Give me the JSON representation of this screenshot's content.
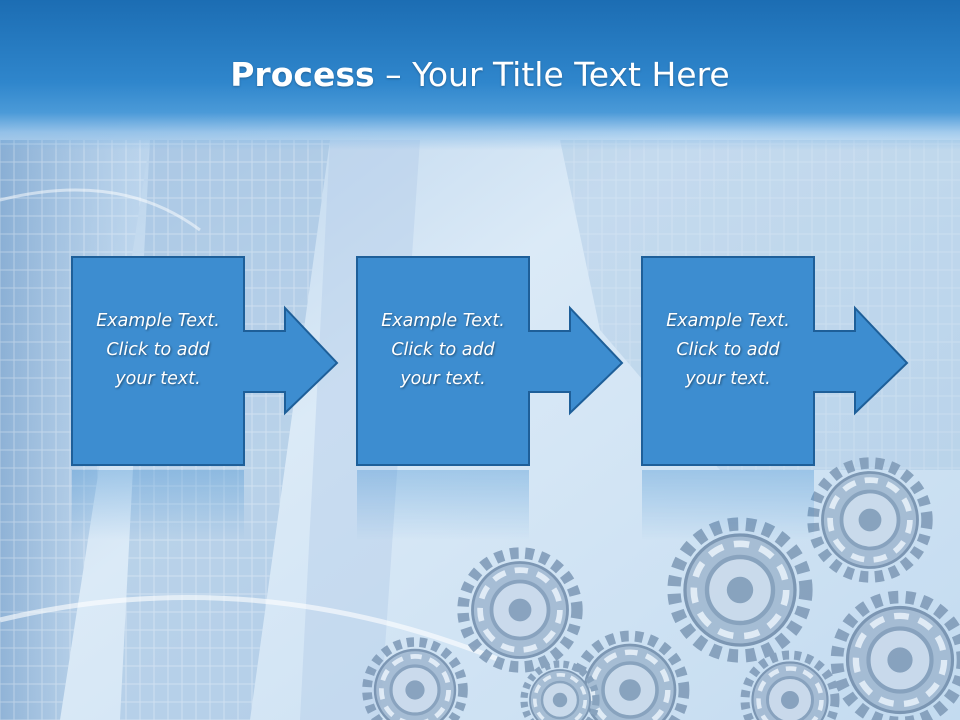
{
  "slide": {
    "title_bold": "Process",
    "title_rest": " – Your Title Text Here"
  },
  "steps": [
    {
      "line1": "Example Text.",
      "line2": "Click  to add",
      "line3": "your text."
    },
    {
      "line1": "Example Text.",
      "line2": "Click  to add",
      "line3": "your text."
    },
    {
      "line1": "Example Text.",
      "line2": "Click  to add",
      "line3": "your text."
    }
  ],
  "colors": {
    "title_bar": "#2f86cc",
    "shape_fill": "#3d8dd0",
    "shape_border": "#1e5f99",
    "background": "#cfe3f5"
  },
  "icons": {
    "background_left": "building-glass-illustration",
    "background_right": "gears-illustration"
  }
}
